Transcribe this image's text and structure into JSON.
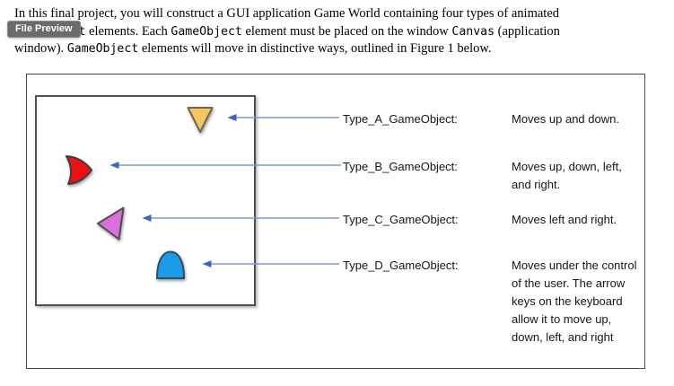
{
  "intro": {
    "line1": "In this final project, you will construct a GUI application Game World containing four types of animated",
    "line2": {
      "code1": "GameObject",
      "text1": " elements. Each ",
      "code2": "GameObject",
      "text2": " element must be placed on the window ",
      "code3": "Canvas",
      "text3": " (application"
    },
    "line3": {
      "text1": "window). ",
      "code1": "GameObject",
      "text2": " elements will move in distinctive ways, outlined in Figure 1 below."
    }
  },
  "badge": {
    "label": "File Preview"
  },
  "figure": {
    "arrow_line_color": "#7d99d7",
    "arrow_head_color": "#3c64c6",
    "rows": [
      {
        "label": "Type_A_GameObject:",
        "desc": "Moves up and down.",
        "shape": "triangle-down",
        "color": "#f6c75f",
        "stroke": "#70684b"
      },
      {
        "label": "Type_B_GameObject:",
        "desc": "Moves up, down, left, and right.",
        "shape": "curved-wedge-right",
        "color": "#ee1111",
        "stroke": "#3d3d3d"
      },
      {
        "label": "Type_C_GameObject:",
        "desc": "Moves left and right.",
        "shape": "triangle-left",
        "color": "#de6ee0",
        "stroke": "#4d4d4d"
      },
      {
        "label": "Type_D_GameObject:",
        "desc": "Moves under the control of the user. The arrow keys on the keyboard allow it to move up, down, left, and right",
        "shape": "dome",
        "color": "#1a9ce9",
        "stroke": "#2b4e68"
      }
    ]
  }
}
